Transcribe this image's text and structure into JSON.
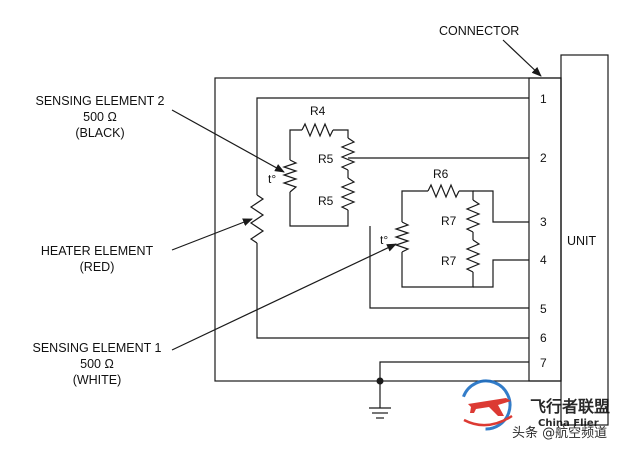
{
  "diagram": {
    "connector_label": "CONNECTOR",
    "unit_label": "UNIT",
    "sensing_element_2": {
      "line1": "SENSING ELEMENT 2",
      "line2": "500 Ω",
      "line3": "(BLACK)"
    },
    "heater_element": {
      "line1": "HEATER ELEMENT",
      "line2": "(RED)"
    },
    "sensing_element_1": {
      "line1": "SENSING ELEMENT 1",
      "line2": "500 Ω",
      "line3": "(WHITE)"
    },
    "resistors": {
      "r4": "R4",
      "r5_top": "R5",
      "r5_bottom": "R5",
      "r6": "R6",
      "r7_top": "R7",
      "r7_bottom": "R7"
    },
    "temp_symbol_top": "t°",
    "temp_symbol_bottom": "t°",
    "pins": [
      "1",
      "2",
      "3",
      "4",
      "5",
      "6",
      "7"
    ]
  },
  "watermark": {
    "brand": "飞行者联盟",
    "brand_en": "China Flier",
    "caption": "头条 @航空频道"
  },
  "colors": {
    "line": "#1a1a1a",
    "watermark_red": "#d9251d",
    "watermark_blue": "#1d6fc4"
  }
}
